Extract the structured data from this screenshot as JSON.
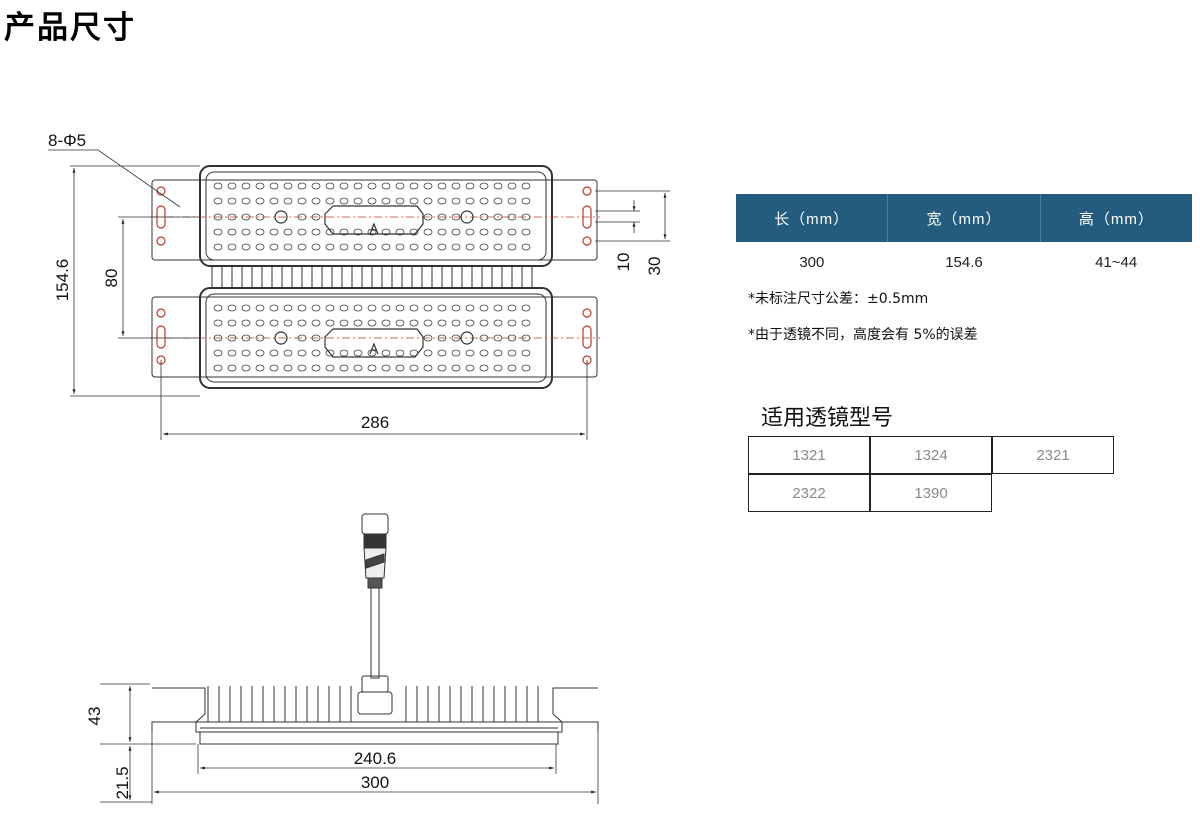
{
  "title": "产品尺寸",
  "drawing": {
    "hole_callout": "8-Φ5",
    "dim_total_height": "154.6",
    "dim_inner_spacing": "80",
    "dim_width_holes": "286",
    "dim_10": "10",
    "dim_30": "30",
    "dim_side_height": "43",
    "dim_base_height": "21.5",
    "dim_inner_length": "240.6",
    "dim_total_length": "300"
  },
  "spec_table": {
    "headers": [
      "长（mm）",
      "宽（mm）",
      "高（mm）"
    ],
    "values": [
      "300",
      "154.6",
      "41~44"
    ],
    "header_color": "#245c7f"
  },
  "notes": [
    "*未标注尺寸公差：±0.5mm",
    "*由于透镜不同，高度会有 5%的误差"
  ],
  "lens_section": {
    "title": "适用透镜型号",
    "models": [
      "1321",
      "1324",
      "2321",
      "2322",
      "1390"
    ]
  }
}
